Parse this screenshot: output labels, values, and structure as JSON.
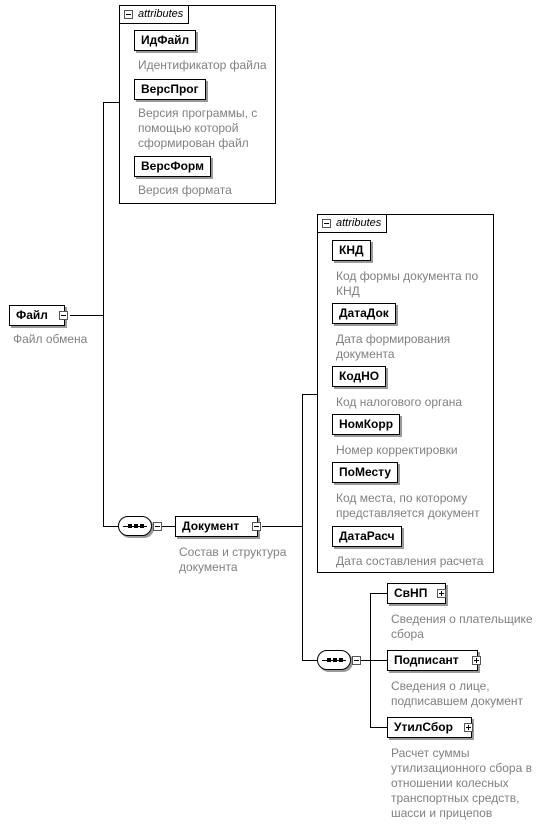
{
  "root": {
    "name": "Файл",
    "description": "Файл обмена",
    "attributes_label": "attributes",
    "attributes": [
      {
        "name": "ИдФайл",
        "description": [
          "Идентификатор файла"
        ]
      },
      {
        "name": "ВерсПрог",
        "description": [
          "Версия программы, с",
          "помощью которой",
          "сформирован файл"
        ]
      },
      {
        "name": "ВерсФорм",
        "description": [
          "Версия формата"
        ]
      }
    ]
  },
  "document": {
    "name": "Документ",
    "description": [
      "Состав и структура",
      "документа"
    ],
    "attributes_label": "attributes",
    "attributes": [
      {
        "name": "КНД",
        "description": [
          "Код формы документа по",
          "КНД"
        ]
      },
      {
        "name": "ДатаДок",
        "description": [
          "Дата формирования",
          "документа"
        ]
      },
      {
        "name": "КодНО",
        "description": [
          "Код налогового органа"
        ]
      },
      {
        "name": "НомКорр",
        "description": [
          "Номер корректировки"
        ]
      },
      {
        "name": "ПоМесту",
        "description": [
          "Код места, по которому",
          "представляется документ"
        ]
      },
      {
        "name": "ДатаРасч",
        "description": [
          "Дата составления расчета"
        ]
      }
    ],
    "children": [
      {
        "name": "СвНП",
        "description": [
          "Сведения о плательщике",
          "сбора"
        ]
      },
      {
        "name": "Подписант",
        "description": [
          "Сведения о лице,",
          "подписавшем документ"
        ]
      },
      {
        "name": "УтилСбор",
        "description": [
          "Расчет суммы",
          "утилизационного сбора в",
          "отношении колесных",
          "транспортных средств,",
          "шасси и прицепов"
        ]
      }
    ]
  }
}
